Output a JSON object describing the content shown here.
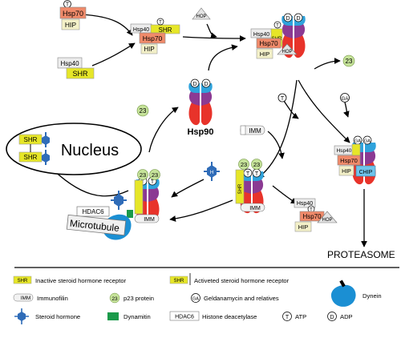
{
  "labels": {
    "hsp70": "Hsp70",
    "hsp40": "Hsp40",
    "hip": "HIP",
    "hop": "HOP",
    "shr": "SHR",
    "imm": "IMM",
    "p23": "23",
    "t": "T",
    "d": "D",
    "ga": "GA",
    "chip": "CHIP",
    "h": "H",
    "hdac6": "HDAC6",
    "hsp90": "Hsp90",
    "nucleus": "Nucleus",
    "microtubule": "Microtubule",
    "proteasome": "PROTEASOME"
  },
  "legend": {
    "inactive_shr": "Inactive steroid hormone receptor",
    "activated_shr": "Activeted steroid hormone receptor",
    "dynein": "Dynein",
    "immunofilin": "Immunofilin",
    "p23_protein": "p23 protein",
    "geldanamycin": "Geldanamycin and relatives",
    "steroid_hormone": "Steroid hormone",
    "dynamitin": "Dynamitin",
    "histone_deacetylase": "Histone deacetylase",
    "atp": "ATP",
    "adp": "ADP"
  },
  "colors": {
    "hsp70": "#f08a6a",
    "hip": "#f3f0c8",
    "hsp40": "#ececec",
    "shr": "#e6e628",
    "hsp90_body": "#e8332a",
    "hsp90_mid": "#8b3a93",
    "hsp90_top": "#2fa3dc",
    "p23": "#c6e39a",
    "hormone": "#2f6cb8",
    "dynein": "#1b8fd3",
    "dynamitin": "#1a9a4a",
    "chip": "#6fc3ea",
    "hop": "#e4e4e4"
  }
}
